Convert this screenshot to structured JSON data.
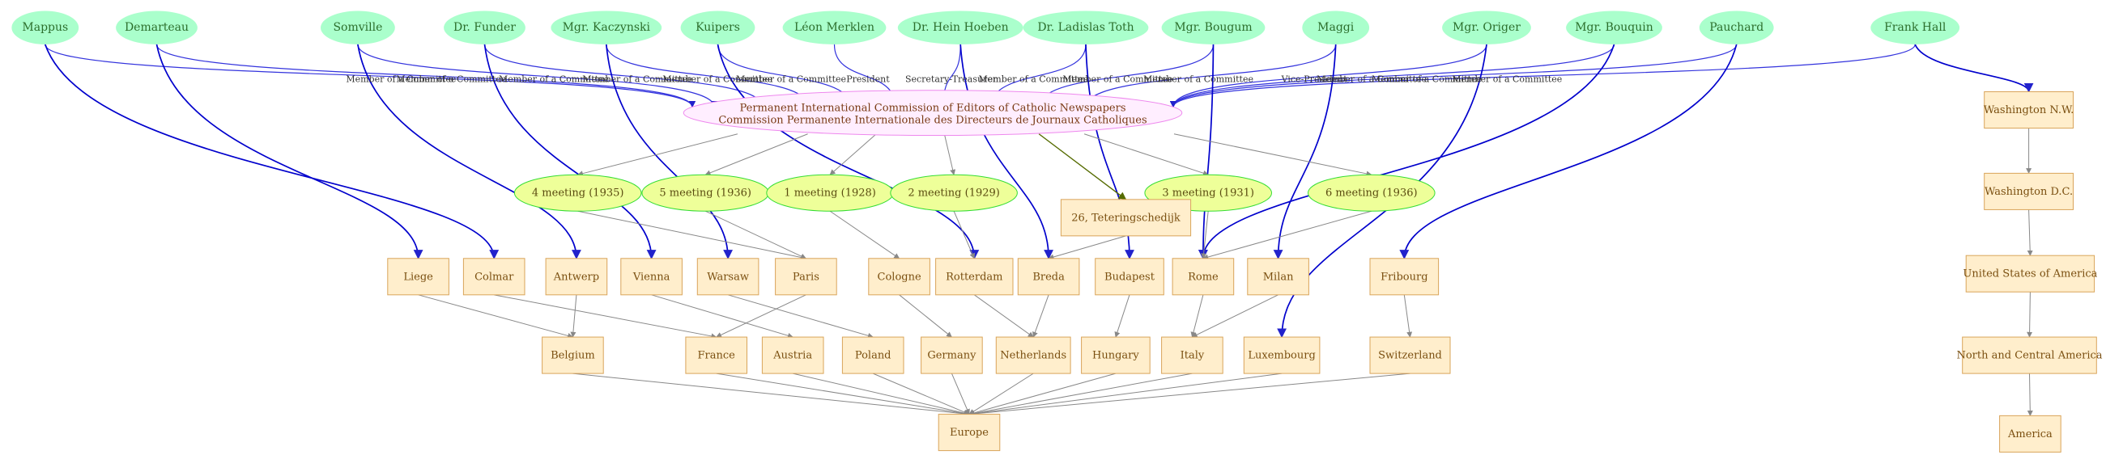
{
  "diagram": {
    "organization": {
      "label_en": "Permanent International Commission of Editors of Catholic Newspapers",
      "label_fr": "Commission Permanente Internationale des Directeurs de Journaux Catholiques"
    },
    "people": [
      {
        "id": "mappus",
        "label": "Mappus",
        "role": "Member of a Committee"
      },
      {
        "id": "demarteau",
        "label": "Demarteau",
        "role": "Member of a Committee"
      },
      {
        "id": "somville",
        "label": "Somville",
        "role": "Member of a Committee"
      },
      {
        "id": "funder",
        "label": "Dr. Funder",
        "role": "Member of a Committee"
      },
      {
        "id": "kaczynski",
        "label": "Mgr. Kaczynski",
        "role": "Member of a Committee"
      },
      {
        "id": "kuipers",
        "label": "Kuipers",
        "role": "Member of a Committee"
      },
      {
        "id": "merklen",
        "label": "Léon Merklen",
        "role": "President"
      },
      {
        "id": "hoeben",
        "label": "Dr. Hein Hoeben",
        "role": "Secretary-Treasurer"
      },
      {
        "id": "toth",
        "label": "Dr. Ladislas Toth",
        "role": "Member of a Committee"
      },
      {
        "id": "bougum",
        "label": "Mgr. Bougum",
        "role": "Member of a Committee"
      },
      {
        "id": "maggi",
        "label": "Maggi",
        "role": "Member of a Committee"
      },
      {
        "id": "origer",
        "label": "Mgr. Origer",
        "role": "Vice-President"
      },
      {
        "id": "bouquin",
        "label": "Mgr. Bouquin",
        "role": "Member of a Committee"
      },
      {
        "id": "pauchard",
        "label": "Pauchard",
        "role": "Member of a Committee"
      },
      {
        "id": "hall",
        "label": "Frank Hall",
        "role": "Member of a Committee"
      }
    ],
    "meetings": [
      {
        "id": "m4",
        "label": "4 meeting (1935)"
      },
      {
        "id": "m5",
        "label": "5 meeting (1936)"
      },
      {
        "id": "m1",
        "label": "1 meeting (1928)"
      },
      {
        "id": "m2",
        "label": "2 meeting (1929)"
      },
      {
        "id": "m3",
        "label": "3 meeting (1931)"
      },
      {
        "id": "m6",
        "label": "6 meeting (1936)"
      }
    ],
    "places": [
      {
        "id": "teterings",
        "label": "26, Teteringschedijk"
      },
      {
        "id": "liege",
        "label": "Liege"
      },
      {
        "id": "colmar",
        "label": "Colmar"
      },
      {
        "id": "antwerp",
        "label": "Antwerp"
      },
      {
        "id": "vienna",
        "label": "Vienna"
      },
      {
        "id": "warsaw",
        "label": "Warsaw"
      },
      {
        "id": "paris",
        "label": "Paris"
      },
      {
        "id": "cologne",
        "label": "Cologne"
      },
      {
        "id": "rotterdam",
        "label": "Rotterdam"
      },
      {
        "id": "breda",
        "label": "Breda"
      },
      {
        "id": "budapest",
        "label": "Budapest"
      },
      {
        "id": "rome",
        "label": "Rome"
      },
      {
        "id": "milan",
        "label": "Milan"
      },
      {
        "id": "fribourg",
        "label": "Fribourg"
      },
      {
        "id": "belgium",
        "label": "Belgium"
      },
      {
        "id": "france",
        "label": "France"
      },
      {
        "id": "austria",
        "label": "Austria"
      },
      {
        "id": "poland",
        "label": "Poland"
      },
      {
        "id": "germany",
        "label": "Germany"
      },
      {
        "id": "netherlands",
        "label": "Netherlands"
      },
      {
        "id": "hungary",
        "label": "Hungary"
      },
      {
        "id": "italy",
        "label": "Italy"
      },
      {
        "id": "luxembourg",
        "label": "Luxembourg"
      },
      {
        "id": "switzerland",
        "label": "Switzerland"
      },
      {
        "id": "europe",
        "label": "Europe"
      },
      {
        "id": "washington_nw",
        "label": "Washington N.W."
      },
      {
        "id": "washington_dc",
        "label": "Washington D.C."
      },
      {
        "id": "usa",
        "label": "United States of America"
      },
      {
        "id": "north_central_america",
        "label": "North and Central America"
      },
      {
        "id": "america",
        "label": "America"
      }
    ],
    "residence_links": [
      {
        "from": "mappus",
        "to": "colmar"
      },
      {
        "from": "demarteau",
        "to": "liege"
      },
      {
        "from": "somville",
        "to": "antwerp"
      },
      {
        "from": "funder",
        "to": "vienna"
      },
      {
        "from": "kaczynski",
        "to": "warsaw"
      },
      {
        "from": "kuipers",
        "to": "rotterdam"
      },
      {
        "from": "toth",
        "to": "budapest"
      },
      {
        "from": "maggi",
        "to": "milan"
      },
      {
        "from": "origer",
        "to": "luxembourg"
      },
      {
        "from": "bouquin",
        "to": "rome"
      },
      {
        "from": "pauchard",
        "to": "fribourg"
      },
      {
        "from": "hall",
        "to": "washington_nw"
      },
      {
        "from": "hoeben",
        "to": "breda"
      },
      {
        "from": "bougum",
        "to": "rome"
      }
    ],
    "organization_links": [
      {
        "to": "m4"
      },
      {
        "to": "m5"
      },
      {
        "to": "m1"
      },
      {
        "to": "m2"
      },
      {
        "to": "teterings"
      },
      {
        "to": "m3"
      },
      {
        "to": "m6"
      }
    ],
    "place_links": [
      {
        "from": "m4",
        "to": "paris"
      },
      {
        "from": "m5",
        "to": "paris"
      },
      {
        "from": "m1",
        "to": "cologne"
      },
      {
        "from": "m2",
        "to": "rotterdam"
      },
      {
        "from": "teterings",
        "to": "breda"
      },
      {
        "from": "m3",
        "to": "rome"
      },
      {
        "from": "m6",
        "to": "rome"
      },
      {
        "from": "liege",
        "to": "belgium"
      },
      {
        "from": "antwerp",
        "to": "belgium"
      },
      {
        "from": "colmar",
        "to": "france"
      },
      {
        "from": "paris",
        "to": "france"
      },
      {
        "from": "vienna",
        "to": "austria"
      },
      {
        "from": "warsaw",
        "to": "poland"
      },
      {
        "from": "cologne",
        "to": "germany"
      },
      {
        "from": "rotterdam",
        "to": "netherlands"
      },
      {
        "from": "breda",
        "to": "netherlands"
      },
      {
        "from": "budapest",
        "to": "hungary"
      },
      {
        "from": "rome",
        "to": "italy"
      },
      {
        "from": "milan",
        "to": "italy"
      },
      {
        "from": "fribourg",
        "to": "switzerland"
      },
      {
        "from": "belgium",
        "to": "europe"
      },
      {
        "from": "france",
        "to": "europe"
      },
      {
        "from": "austria",
        "to": "europe"
      },
      {
        "from": "poland",
        "to": "europe"
      },
      {
        "from": "germany",
        "to": "europe"
      },
      {
        "from": "netherlands",
        "to": "europe"
      },
      {
        "from": "hungary",
        "to": "europe"
      },
      {
        "from": "italy",
        "to": "europe"
      },
      {
        "from": "luxembourg",
        "to": "europe"
      },
      {
        "from": "switzerland",
        "to": "europe"
      },
      {
        "from": "washington_nw",
        "to": "washington_dc"
      },
      {
        "from": "washington_dc",
        "to": "usa"
      },
      {
        "from": "usa",
        "to": "north_central_america"
      },
      {
        "from": "north_central_america",
        "to": "america"
      }
    ],
    "colors": {
      "person_fill": "#aaffcc",
      "person_text": "#2c6e2c",
      "organization_fill": "#ffeeff",
      "organization_stroke": "#ee88ee",
      "meeting_fill": "#eeff99",
      "meeting_stroke": "#33dd33",
      "place_fill": "#ffeecc",
      "place_stroke": "#d9a45a",
      "role_edge": "#3333dd",
      "residence_edge": "#0000cc",
      "place_edge": "#888888",
      "address_edge": "#556b00"
    }
  }
}
